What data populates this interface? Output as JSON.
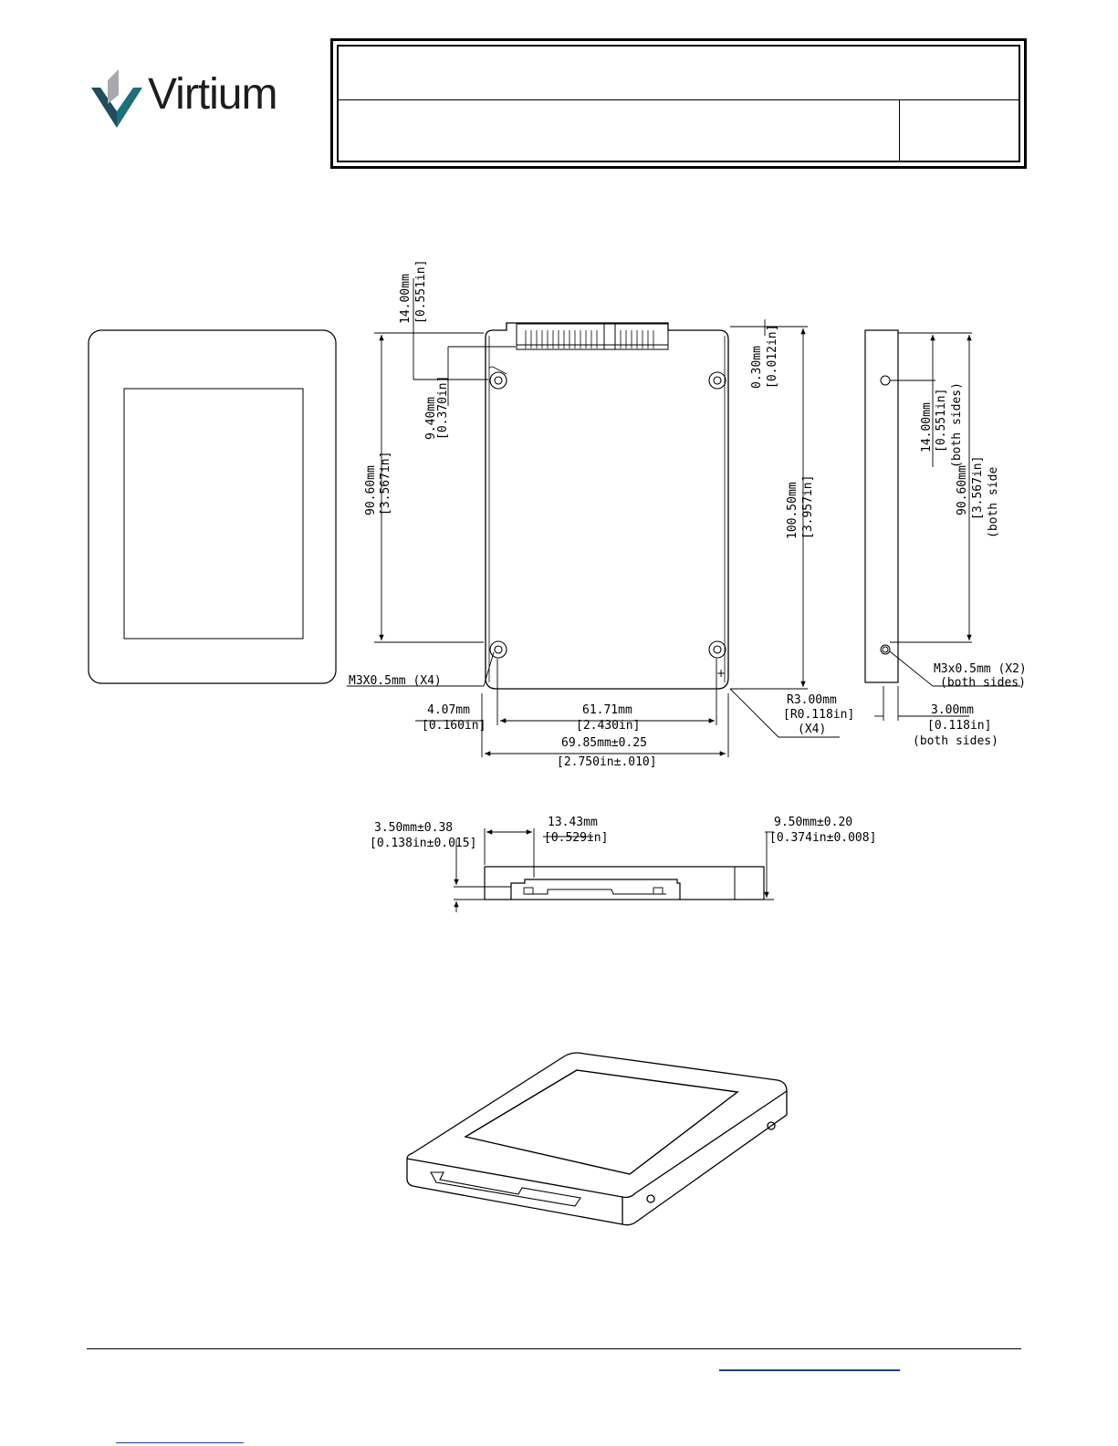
{
  "logo": {
    "brand": "Virtium",
    "icon": "virtium-chevron-logo"
  },
  "title_block": {
    "row1": "",
    "row2_left": "",
    "row2_right": ""
  },
  "top_view": {
    "dims": {
      "conn_offset_mm": "14.00mm",
      "conn_offset_in": "[0.551in]",
      "hole_offset_mm": "9.40mm",
      "hole_offset_in": "[0.370in]",
      "hole_spacing_mm": "90.60mm",
      "hole_spacing_in": "[3.567in]",
      "thickness_mm": "0.30mm",
      "thickness_in": "[0.012in]",
      "length_mm": "100.50mm",
      "length_in": "[3.957in]",
      "screw_note": "M3X0.5mm (X4)",
      "edge_mm": "4.07mm",
      "edge_in": "[0.160in]",
      "hole_width_mm": "61.71mm",
      "hole_width_in": "[2.430in]",
      "width_mm": "69.85mm±0.25",
      "width_in": "[2.750in±.010]",
      "radius_mm": "R3.00mm",
      "radius_in": "[R0.118in]",
      "radius_count": "(X4)"
    }
  },
  "side_view": {
    "dims": {
      "offset_mm": "14.00mm",
      "offset_in": "[0.551in]",
      "offset_note": "(both sides)",
      "spacing_mm": "90.60mm",
      "spacing_in": "[3.567in]",
      "spacing_note": "(both side",
      "screw_note": "M3x0.5mm (X2)",
      "screw_sides": "(both sides)",
      "edge_mm": "3.00mm",
      "edge_in": "[0.118in]",
      "edge_note": "(both sides)"
    }
  },
  "front_view": {
    "dims": {
      "base_mm": "3.50mm±0.38",
      "base_in": "[0.138in±0.015]",
      "conn_mm": "13.43mm",
      "conn_in": "[0.529in]",
      "height_mm": "9.50mm±0.20",
      "height_in": "[0.374in±0.008]"
    }
  },
  "colors": {
    "logo_dark": "#1f4e5a",
    "logo_teal": "#1f6f7a",
    "logo_grey": "#a7a9ac",
    "link_blue": "#1a3f9c"
  }
}
